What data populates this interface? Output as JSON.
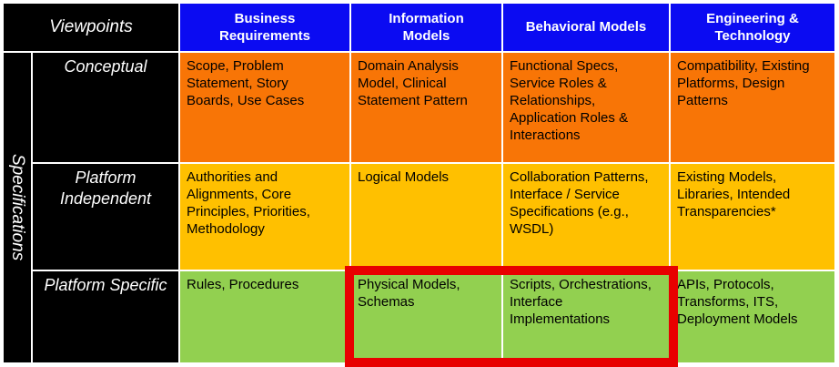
{
  "header": {
    "corner_label": "Viewpoints",
    "columns": [
      "Business Requirements",
      "Information Models",
      "Behavioral Models",
      "Engineering & Technology"
    ]
  },
  "side_label": "Specifications",
  "rows": [
    {
      "label": "Conceptual",
      "cells": [
        "Scope, Problem Statement, Story Boards, Use Cases",
        "Domain Analysis Model, Clinical Statement Pattern",
        "Functional Specs, Service Roles & Relationships, Application Roles & Interactions",
        "Compatibility, Existing Platforms, Design Patterns"
      ]
    },
    {
      "label": "Platform Independent",
      "cells": [
        "Authorities and Alignments, Core Principles, Priorities, Methodology",
        "Logical Models",
        "Collaboration Patterns, Interface / Service Specifications (e.g., WSDL)",
        "Existing Models, Libraries, Intended Transparencies*"
      ]
    },
    {
      "label": "Platform Specific",
      "cells": [
        "Rules, Procedures",
        "Physical Models, Schemas",
        "Scripts, Orchestrations, Interface Implementations",
        "APIs, Protocols, Transforms, ITS, Deployment Models"
      ]
    }
  ],
  "colors": {
    "header_background": "#0b0bf2",
    "label_background": "#000000",
    "row_conceptual": "#f87506",
    "row_platform_independent": "#ffc000",
    "row_platform_specific": "#92d050",
    "highlight_border": "#e80000",
    "header_text": "#ffffff",
    "cell_text": "#000000"
  },
  "highlight": {
    "color": "#e80000",
    "row": "Platform Specific",
    "columns": [
      "Information Models",
      "Behavioral Models"
    ]
  }
}
